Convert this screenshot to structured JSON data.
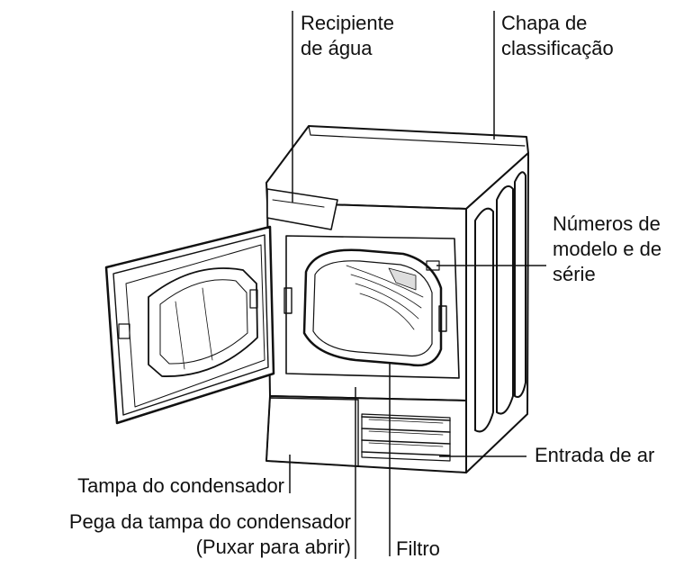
{
  "labels": {
    "recipiente": [
      "Recipiente",
      "de água"
    ],
    "chapa": [
      "Chapa de",
      "classificação"
    ],
    "numeros": [
      "Números de",
      "modelo e de",
      "série"
    ],
    "entrada": "Entrada de ar",
    "tampa": "Tampa do condensador",
    "pega": [
      "Pega da tampa do condensador",
      "(Puxar para abrir)"
    ],
    "filtro": "Filtro"
  },
  "colors": {
    "line": "#111111",
    "text": "#111111"
  }
}
